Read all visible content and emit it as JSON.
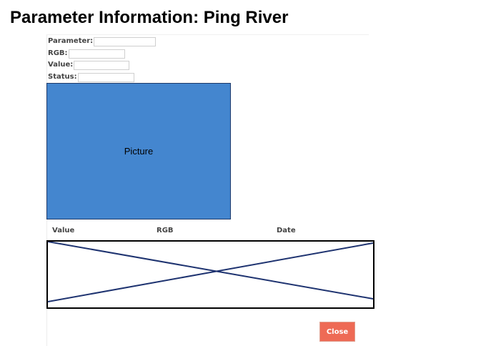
{
  "page": {
    "title": "Parameter Information: Ping River"
  },
  "form": {
    "parameter_label": "Parameter:",
    "parameter_value": "",
    "rgb_label": "RGB:",
    "rgb_value": "",
    "value_label": "Value:",
    "value_value": "",
    "status_label": "Status:",
    "status_value": ""
  },
  "picture": {
    "label": "Picture",
    "fill_color": "#4486cf"
  },
  "table": {
    "columns": [
      "Value",
      "RGB",
      "Date"
    ]
  },
  "actions": {
    "close_label": "Close",
    "close_color": "#ee6a55"
  }
}
